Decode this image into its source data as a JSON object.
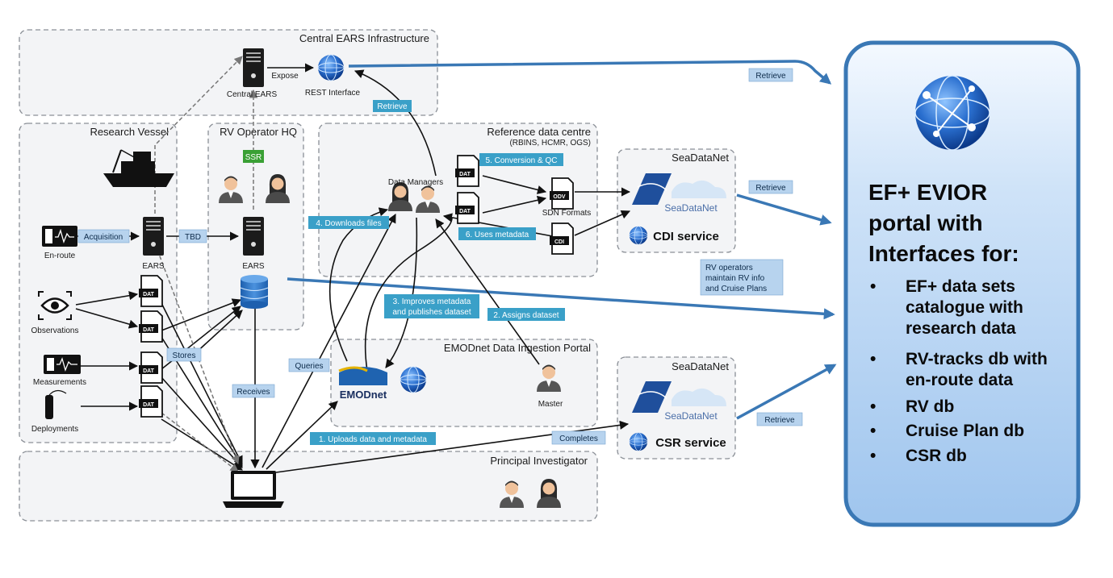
{
  "groups": {
    "central": "Central EARS Infrastructure",
    "vessel": "Research  Vessel",
    "hq": "RV Operator HQ",
    "refcentre": "Reference data centre",
    "refcentre_sub": "(RBINS, HCMR, OGS)",
    "seadatanet_top": "SeaDataNet",
    "seadatanet_bottom": "SeaDataNet",
    "emodnet_portal": "EMODnet Data Ingestion Portal",
    "pi": "Principal Investigator"
  },
  "nodes": {
    "central_ears": "Central EARS",
    "rest_interface": "REST Interface",
    "en_route": "En-route",
    "ears_vessel": "EARS",
    "ears_hq": "EARS",
    "observations": "Observations",
    "measurements": "Measurements",
    "deployments": "Deployments",
    "data_managers": "Data Managers",
    "sdn_formats": "SDN Formats",
    "master": "Master",
    "emodnet_logo": "EMODnet",
    "sdn_logo_top": "SeaDataNet",
    "sdn_logo_bottom": "SeaDataNet",
    "cdi_service": "CDI service",
    "csr_service": "CSR service"
  },
  "files": {
    "dat": "DAT",
    "odv": "ODV",
    "cdi": "CDI"
  },
  "labels": {
    "expose": "Expose",
    "retrieve_rest": "Retrieve",
    "ssr": "SSR",
    "acquisition": "Acquisition",
    "tbd": "TBD",
    "stores": "Stores",
    "receives": "Receives",
    "queries": "Queries",
    "step1": "1. Uploads data and metadata",
    "step2": "2. Assigns dataset",
    "step3a": "3. Improves metadata",
    "step3b": "and publishes dataset",
    "step4": "4. Downloads files",
    "step5": "5. Conversion & QC",
    "step6": "6. Uses metadata",
    "completes": "Completes",
    "retrieve_top": "Retrieve",
    "retrieve_cdi": "Retrieve",
    "retrieve_csr": "Retrieve",
    "rv_ops_1": "RV operators",
    "rv_ops_2": "maintain RV info",
    "rv_ops_3": "and Cruise Plans"
  },
  "portal": {
    "title_1": "EF+ EVIOR",
    "title_2": "portal with",
    "title_3": "Interfaces for:",
    "items": [
      [
        "EF+ data sets",
        "catalogue with",
        "research data"
      ],
      [
        "RV-tracks db with",
        "en-route data"
      ],
      [
        "RV db"
      ],
      [
        "Cruise Plan db"
      ],
      [
        "CSR db"
      ]
    ]
  },
  "colors": {
    "badge_blue": "#3aa0c8",
    "badge_green": "#3aa035",
    "badge_light": "#b7d3ee",
    "arrow_blue": "#3a78b5",
    "portal_border": "#3a78b5",
    "portal_fill": "#a9ccf0"
  }
}
